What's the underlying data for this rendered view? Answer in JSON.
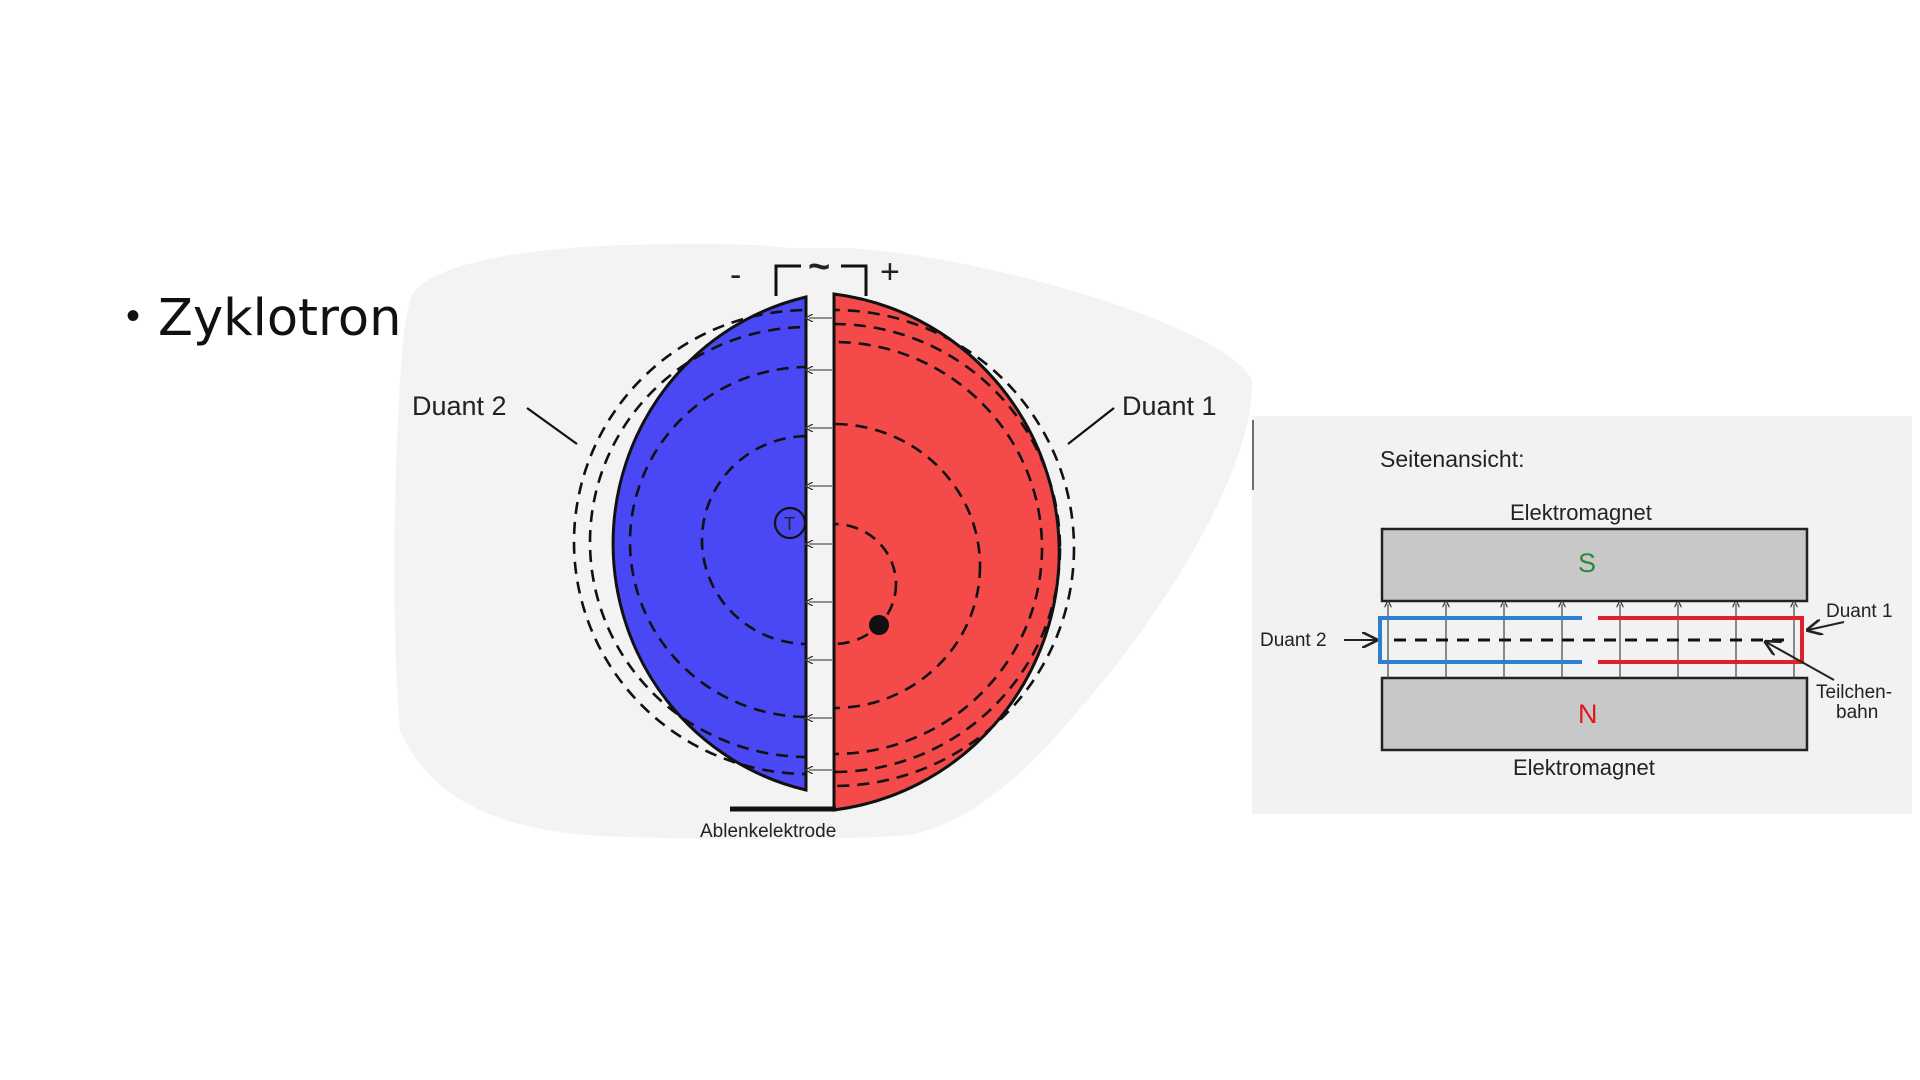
{
  "slide": {
    "bullet": {
      "marker": "•",
      "text": "Zyklotron"
    }
  },
  "top_view": {
    "minus": "-",
    "plus": "+",
    "tilde": "~",
    "duant_left": "Duant 2",
    "duant_right": "Duant 1",
    "target_symbol": "T",
    "deflector": "Ablenkelektrode",
    "colors": {
      "left_duant": "#4a48f4",
      "right_duant": "#f54a4a",
      "paper": "#f3f3f3"
    }
  },
  "side_view": {
    "title": "Seitenansicht:",
    "magnet_top_label": "Elektromagnet",
    "magnet_top_pole": "S",
    "magnet_bottom_label": "Elektromagnet",
    "magnet_bottom_pole": "N",
    "duant_left": "Duant 2",
    "duant_right": "Duant 1",
    "path_label_1": "Teilchen-",
    "path_label_2": "bahn",
    "colors": {
      "magnet": "#c8c8c8",
      "duant2": "#2f7fd0",
      "duant1": "#e0202a",
      "pole_s": "#2a8a3a",
      "pole_n": "#e01818",
      "panel": "#f2f2f2"
    }
  }
}
